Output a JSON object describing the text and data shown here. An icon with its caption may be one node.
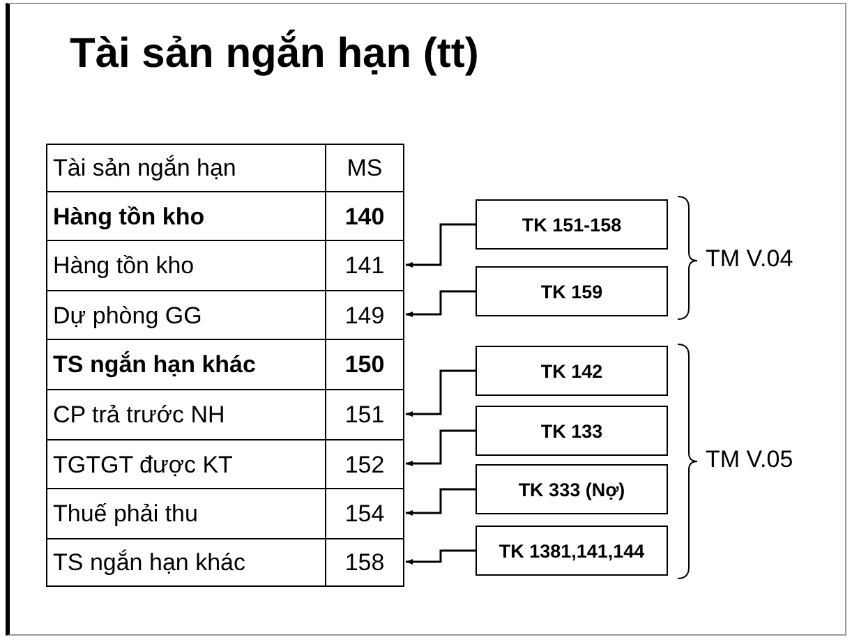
{
  "diagram": {
    "title": "Tài sản ngắn hạn (tt)",
    "nodes": [
      {
        "text": [
          "Tài sản ngắn hạn",
          "MS"
        ]
      },
      {
        "text": [
          "Hàng tồn kho",
          "140"
        ]
      },
      {
        "text": [
          "Hàng tồn kho",
          "141"
        ]
      },
      {
        "text": [
          "Dự phòng GG",
          "149"
        ]
      },
      {
        "text": [
          "TS ngắn hạn khác",
          "150"
        ]
      },
      {
        "text": [
          "CP trả trước NH",
          "151"
        ]
      },
      {
        "text": [
          "TGTGT được KT",
          "152"
        ]
      },
      {
        "text": [
          "Thuế phải thu",
          "154"
        ]
      },
      {
        "text": [
          "TS ngắn hạn khác",
          "158"
        ]
      },
      {
        "text": [
          "TK 151-158"
        ]
      },
      {
        "text": [
          "TK 159"
        ]
      },
      {
        "text": [
          "TK 142"
        ]
      },
      {
        "text": [
          "TK 133"
        ]
      },
      {
        "text": [
          "TK 333 (Nợ)"
        ]
      },
      {
        "text": [
          "TK 1381,141,144"
        ]
      }
    ],
    "edges": [
      {
        "from": 9,
        "to": 2,
        "arrow": "to"
      },
      {
        "from": 10,
        "to": 3,
        "arrow": "to"
      },
      {
        "from": 11,
        "to": 5,
        "arrow": "to"
      },
      {
        "from": 12,
        "to": 6,
        "arrow": "to"
      },
      {
        "from": 13,
        "to": 7,
        "arrow": "to"
      },
      {
        "from": 14,
        "to": 8,
        "arrow": "to"
      }
    ],
    "labels": [
      "TM V.04",
      "TM V.05"
    ]
  }
}
